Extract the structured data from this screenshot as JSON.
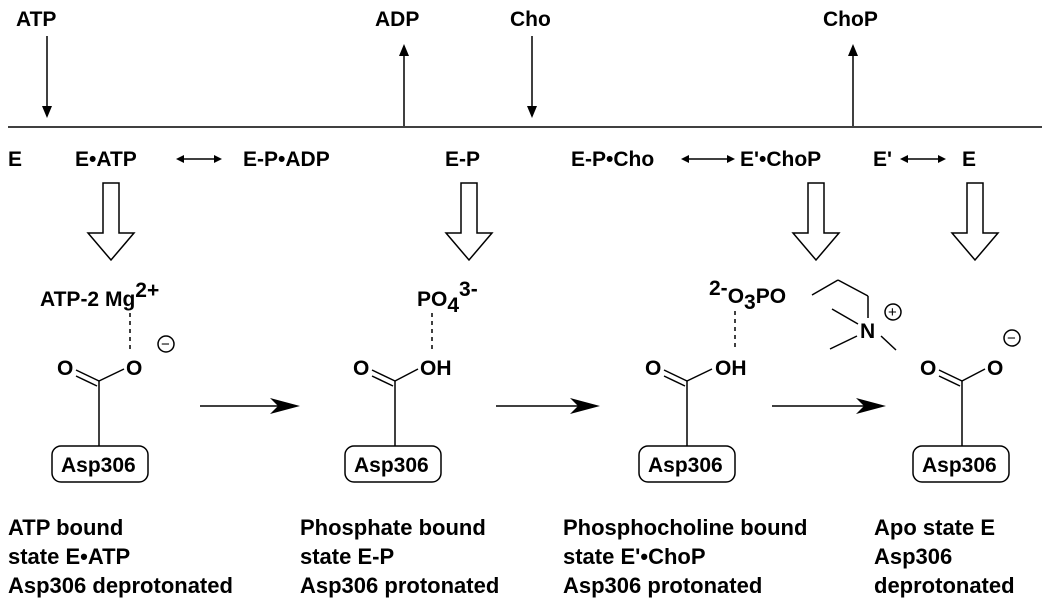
{
  "top": {
    "atp": "ATP",
    "adp": "ADP",
    "cho": "Cho",
    "chop": "ChoP"
  },
  "states": {
    "e_start": "E",
    "e_atp": "E•ATP",
    "e_p_adp": "E-P•ADP",
    "e_p": "E-P",
    "e_p_cho": "E-P•Cho",
    "e_prime_chop": "E'•ChoP",
    "e_prime": "E'",
    "e_end": "E"
  },
  "ligands": {
    "atp_mg_base": "ATP-2 Mg",
    "atp_mg_charge": "2+",
    "po4_base": "PO",
    "po4_sub": "4",
    "po4_charge": "3-",
    "chop_charge": "2-",
    "chop_o": "O",
    "chop_sub": "3",
    "chop_po": "PO",
    "n": "N",
    "plus": "+",
    "minus": "−"
  },
  "atoms": {
    "o": "O",
    "oh": "OH"
  },
  "residue": "Asp306",
  "descriptions": [
    {
      "line1": "ATP bound",
      "line2": "state E•ATP",
      "line3": "Asp306 deprotonated"
    },
    {
      "line1": "Phosphate bound",
      "line2": "state E-P",
      "line3": "Asp306 protonated"
    },
    {
      "line1": "Phosphocholine bound",
      "line2": "state E'•ChoP",
      "line3": "Asp306 protonated"
    },
    {
      "line1": "Apo state E",
      "line2": "Asp306",
      "line3": "deprotonated"
    }
  ]
}
